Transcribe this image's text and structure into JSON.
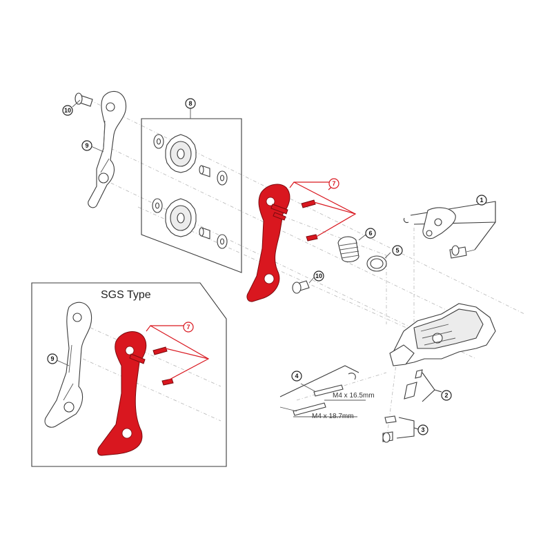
{
  "inset": {
    "title": "SGS Type"
  },
  "callouts": {
    "c1": "1",
    "c2": "2",
    "c3": "3",
    "c4": "4",
    "c5": "5",
    "c6": "6",
    "c7": "7",
    "c7_sgs": "7",
    "c8": "8",
    "c9": "9",
    "c9_sgs": "9",
    "c10_top": "10",
    "c10_mid": "10"
  },
  "specs": {
    "short_bolt": "M4 x 16.5mm",
    "long_bolt": "M4 x 18.7mm"
  },
  "colors": {
    "highlight": "#d9171f",
    "outline": "#3a3a3a"
  }
}
